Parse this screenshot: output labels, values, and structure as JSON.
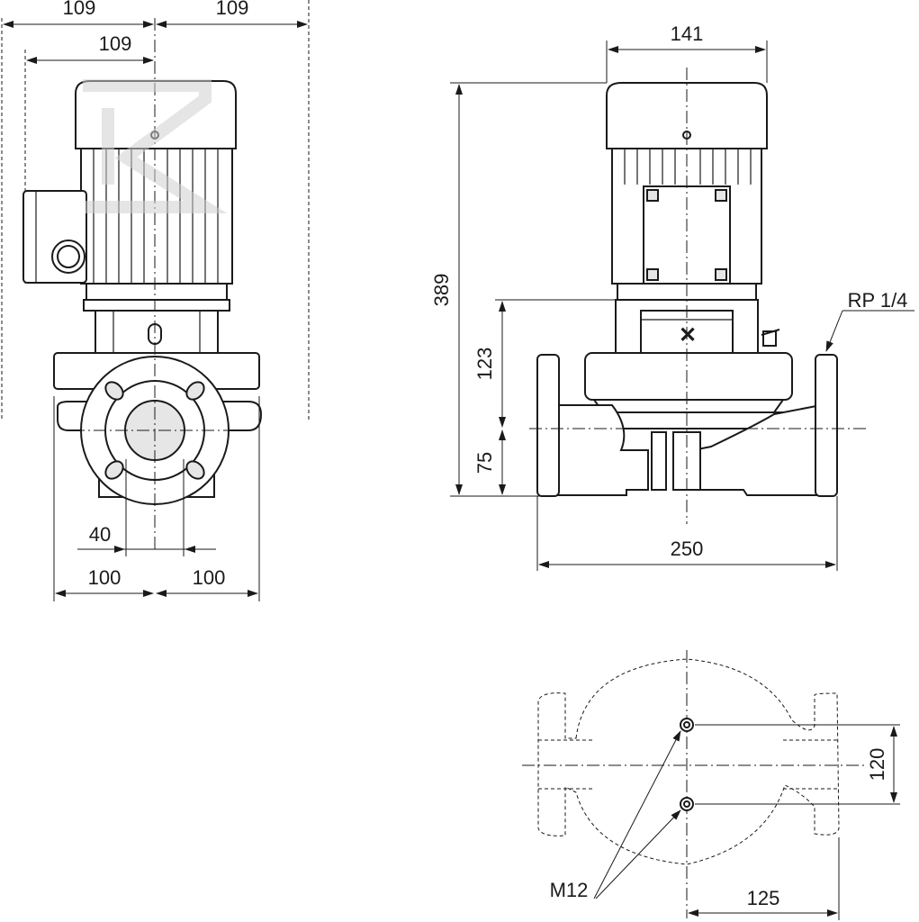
{
  "diagram": {
    "front_view": {
      "dim_top_left": "109",
      "dim_top_right": "109",
      "dim_motor_half": "109",
      "dim_flange_bolt": "40",
      "dim_base_left": "100",
      "dim_base_right": "100"
    },
    "side_view": {
      "dim_motor_width": "141",
      "dim_total_height": "389",
      "dim_upper_height": "123",
      "dim_lower_height": "75",
      "dim_flange_length": "250",
      "port_label": "RP 1/4"
    },
    "base_view": {
      "dim_hole_spacing": "120",
      "dim_hole_offset": "125",
      "bolt_label": "M12"
    }
  }
}
